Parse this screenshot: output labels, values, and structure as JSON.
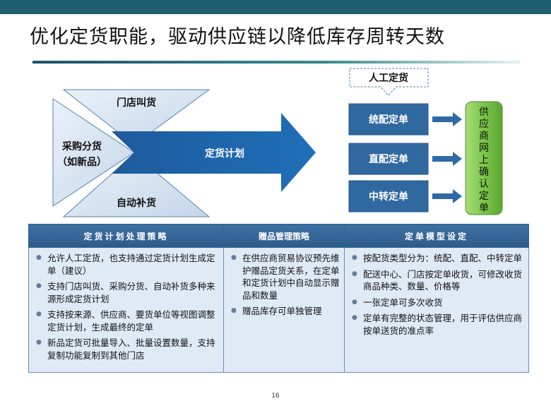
{
  "title": "优化定货职能，驱动供应链以降低库存周转天数",
  "diagram": {
    "left_top": "门店叫货",
    "left_mid_line1": "采购分货",
    "left_mid_line2": "（如新品）",
    "left_bottom": "自动补货",
    "arrow_label": "定货计划",
    "manual_label": "人工定货",
    "orders": [
      "统配定单",
      "直配定单",
      "中转定单"
    ],
    "supplier_chars": [
      "供",
      "应",
      "商",
      "网",
      "上",
      "确",
      "认",
      "定",
      "单"
    ]
  },
  "table": {
    "headers": [
      "定货计划处理策略",
      "赠品管理策略",
      "定单模型设定"
    ],
    "columns": [
      [
        "允许人工定货，也支持通过定货计划生成定单（建议）",
        "支持门店叫货、采购分货、自动补货多种来源形成定货计划",
        "支持按来源、供应商、要货单位等视图调整定货计划，生成最终的定单",
        "新品定货可批量导入、批量设置数量，支持复制功能复制到其他门店"
      ],
      [
        "在供应商贸易协议预先维护赠品定货关系，在定单和定货计划中自动显示赠品和数量",
        "赠品库存可单独管理"
      ],
      [
        "按配货类型分为：统配、直配、中转定单",
        "配送中心、门店按定单收货，可修改收货商品种类、数量、价格等",
        "一张定单可多次收货",
        "定单有完整的状态管理，用于评估供应商按单送货的准点率"
      ]
    ]
  },
  "page_number": "16",
  "colors": {
    "header_bar": "#1f5f6e",
    "arrow_blue": "#1f63a8",
    "order_box": "#3068a0",
    "supplier_green": "#7ac44a",
    "table_header": "#35669a",
    "table_cell": "#dfeaf5"
  }
}
